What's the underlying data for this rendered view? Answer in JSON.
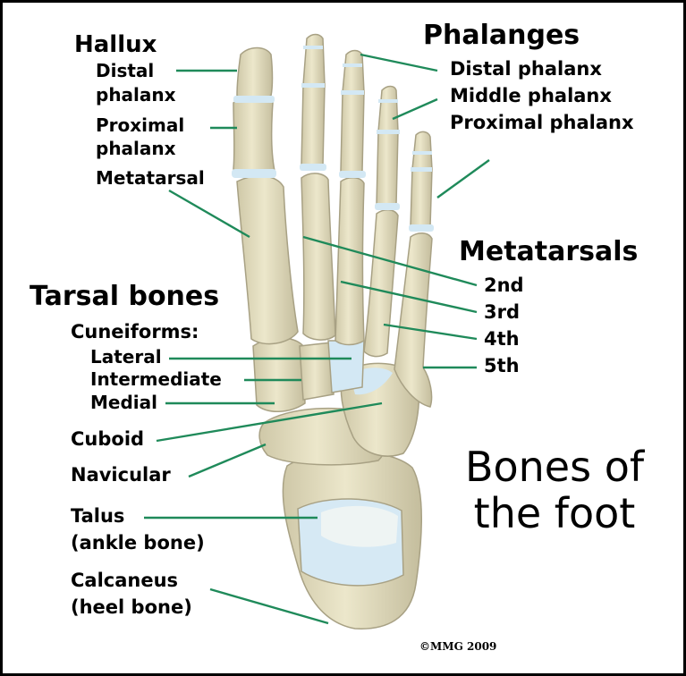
{
  "colors": {
    "bone": "#e6e1c3",
    "bone_shade": "#c7c0a0",
    "bone_edge": "#a8a184",
    "cartilage": "#d3e8f4",
    "leader": "#1f8a5a"
  },
  "labels": {
    "hallux": "Hallux",
    "hallux_distal_1": "Distal",
    "hallux_distal_2": "phalanx",
    "hallux_proximal_1": "Proximal",
    "hallux_proximal_2": "phalanx",
    "hallux_metatarsal": "Metatarsal",
    "phalanges": "Phalanges",
    "distal_phalanx": "Distal phalanx",
    "middle_phalanx": "Middle phalanx",
    "proximal_phalanx": "Proximal phalanx",
    "metatarsals": "Metatarsals",
    "mt_2nd": "2nd",
    "mt_3rd": "3rd",
    "mt_4th": "4th",
    "mt_5th": "5th",
    "tarsal_bones": "Tarsal bones",
    "cuneiforms": "Cuneiforms:",
    "lateral": "Lateral",
    "intermediate": "Intermediate",
    "medial": "Medial",
    "cuboid": "Cuboid",
    "navicular": "Navicular",
    "talus_1": "Talus",
    "talus_2": "(ankle bone)",
    "calcaneus_1": "Calcaneus",
    "calcaneus_2": "(heel bone)",
    "title": "Bones of the foot",
    "copyright": "©MMG 2009"
  }
}
